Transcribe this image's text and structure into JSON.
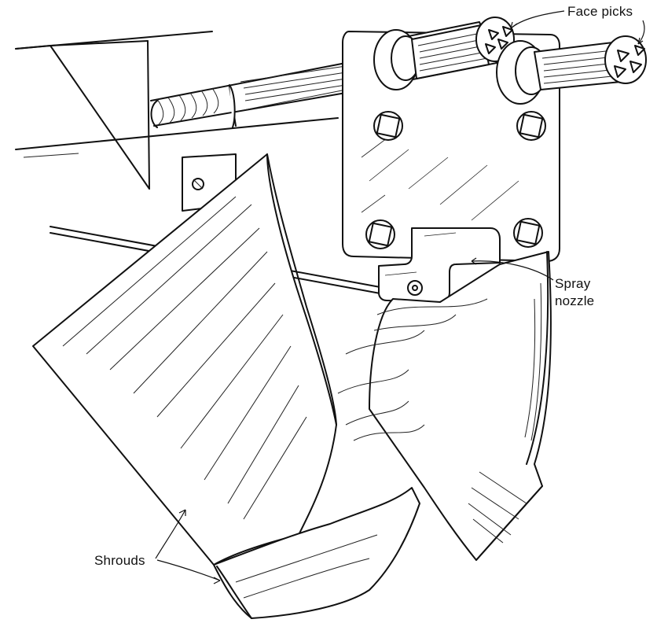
{
  "labels": {
    "face_picks": "Face picks",
    "spray_nozzle_line1": "Spray",
    "spray_nozzle_line2": "nozzle",
    "shrouds": "Shrouds"
  },
  "colors": {
    "ink": "#111111",
    "paper": "#ffffff"
  }
}
